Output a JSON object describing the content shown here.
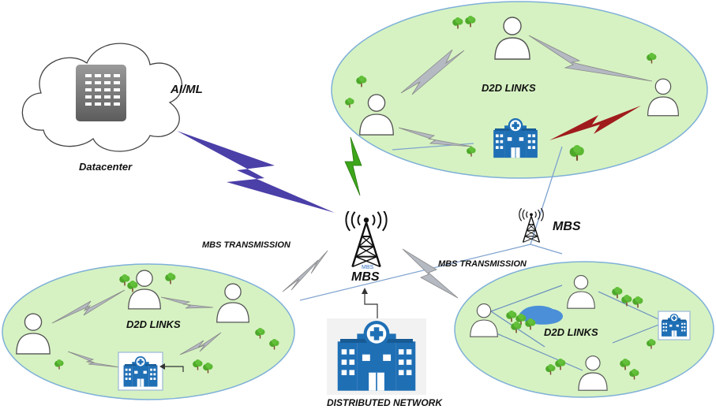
{
  "labels": {
    "ai_ml": "AI/ML",
    "datacenter": "Datacenter",
    "d2d_top": "D2D LINKS",
    "d2d_left": "D2D LINKS",
    "d2d_right": "D2D LINKS",
    "mbs_center": "MBS",
    "mbs_small_tag": "MBS",
    "mbs_right": "MBS",
    "mbs_transmission_left": "MBS TRANSMISSION",
    "mbs_transmission_right": "MBS TRANSMISSION",
    "distributed_network": "DISTRIBUTED NETWORK"
  },
  "colors": {
    "cluster_fill": "#d6f2c2",
    "cluster_stroke": "#7fb0d8",
    "cloud_link": "#4b3fa8",
    "green_link": "#3da51a",
    "red_link": "#a01c1c",
    "gray_link": "#b4b9c2",
    "hospital_blue": "#1f6fb5",
    "tree_green": "#4da82a",
    "lake_blue": "#4a8fd8"
  },
  "icons": [
    "cloud-icon",
    "server-icon",
    "user-icon",
    "hospital-icon",
    "tree-icon",
    "tower-icon",
    "lake-icon"
  ]
}
